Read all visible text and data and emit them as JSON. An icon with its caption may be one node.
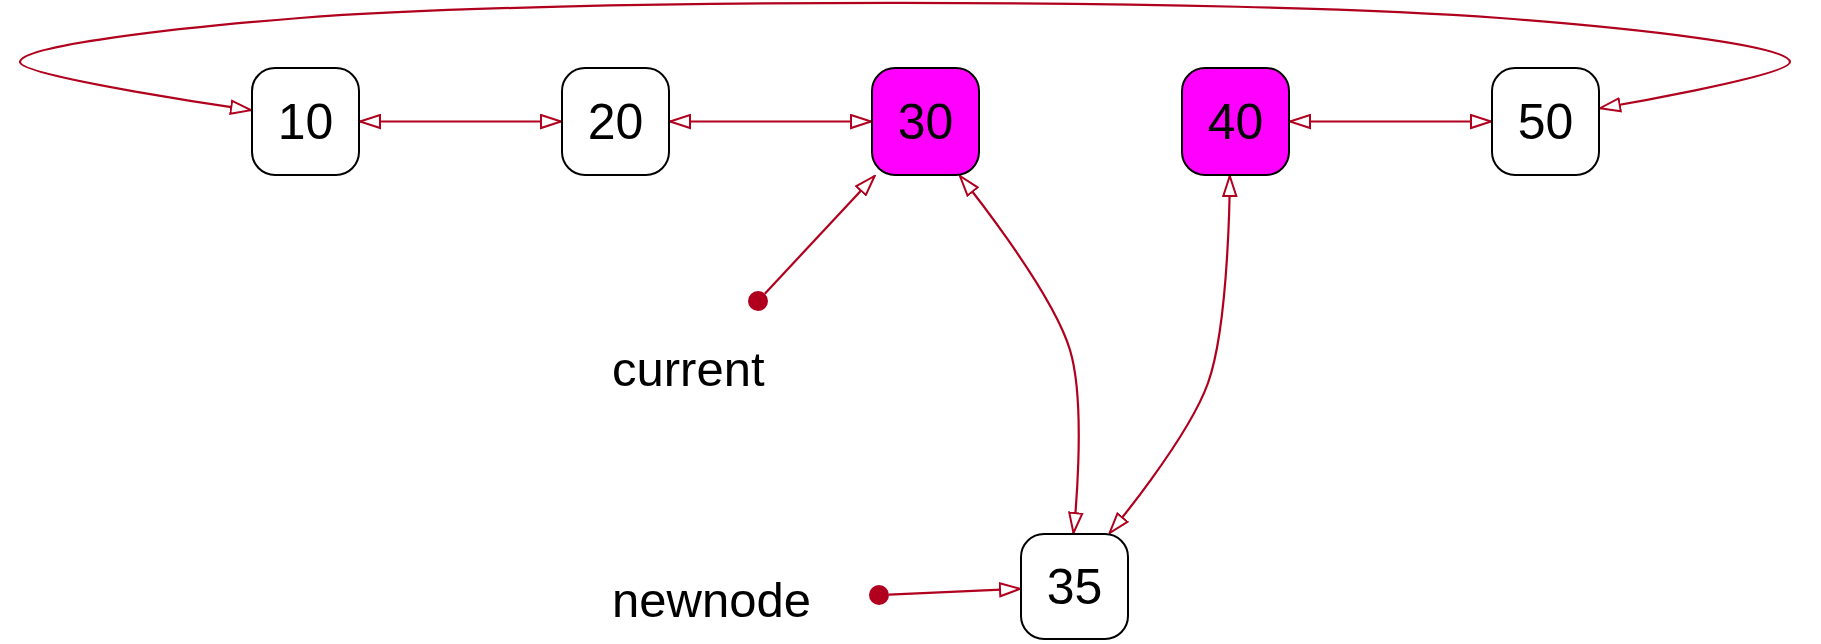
{
  "diagram": {
    "nodes": [
      {
        "text": [
          "10"
        ]
      },
      {
        "text": [
          "20"
        ]
      },
      {
        "text": [
          "30"
        ]
      },
      {
        "text": [
          "40"
        ]
      },
      {
        "text": [
          "50"
        ]
      },
      {
        "text": [],
        "shape": "circle",
        "beside": [
          "current"
        ]
      },
      {
        "text": [],
        "shape": "circle",
        "beside": [
          "newnode"
        ]
      },
      {
        "text": [
          "35"
        ]
      }
    ],
    "edges": [
      {
        "from": 0,
        "to": 1,
        "arrow": "both"
      },
      {
        "from": 1,
        "to": 2,
        "arrow": "both"
      },
      {
        "from": 3,
        "to": 4,
        "arrow": "both"
      },
      {
        "from": 4,
        "to": 0,
        "arrow": "both"
      },
      {
        "from": 5,
        "to": 2,
        "arrow": "to"
      },
      {
        "from": 2,
        "to": 7,
        "arrow": "both"
      },
      {
        "from": 3,
        "to": 7,
        "arrow": "both"
      },
      {
        "from": 6,
        "to": 7,
        "arrow": "to"
      }
    ]
  }
}
